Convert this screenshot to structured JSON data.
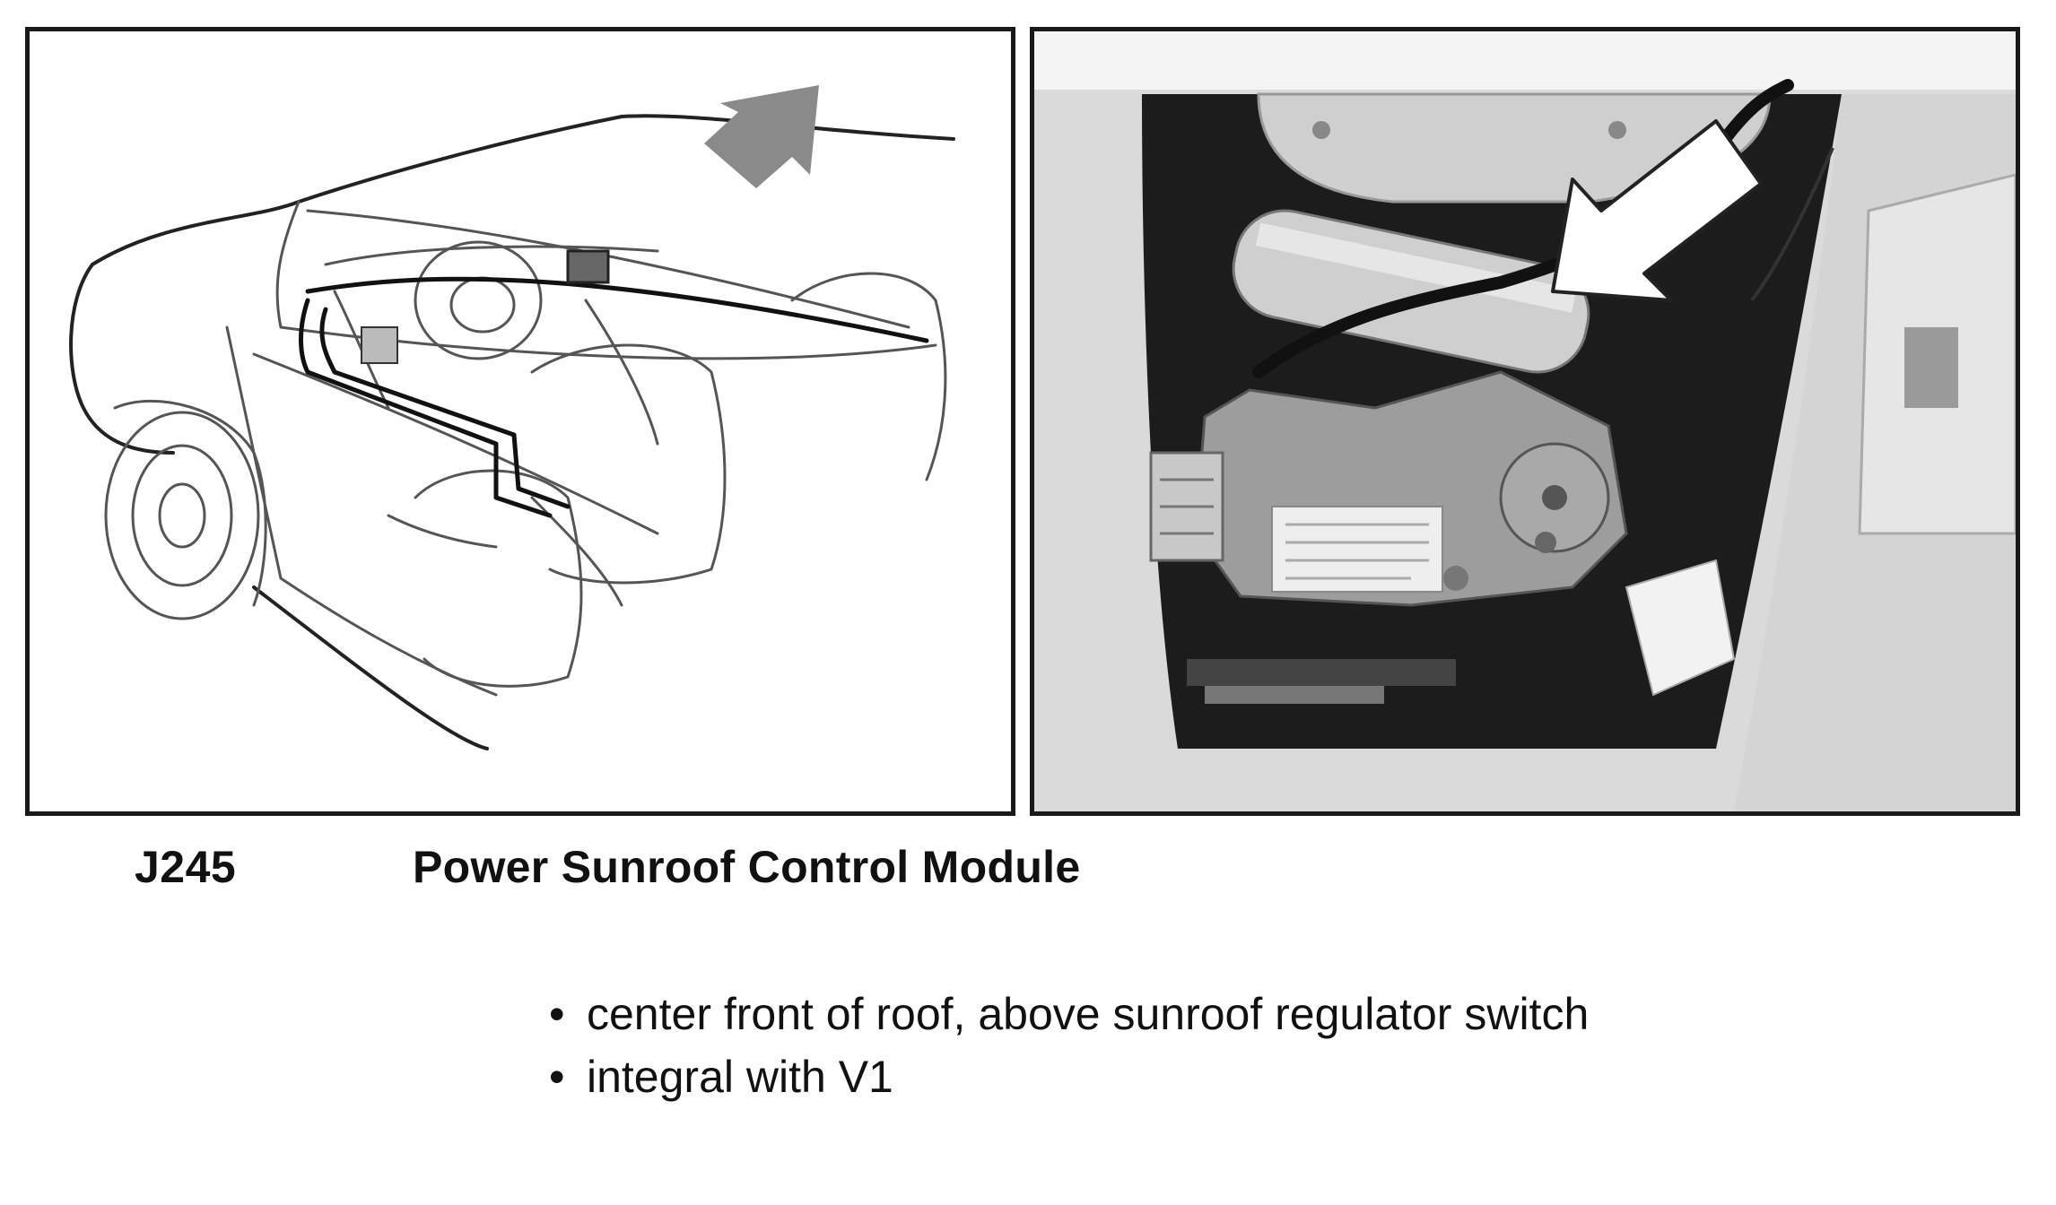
{
  "figure": {
    "left_illustration_icon": "car-interior-line-drawing",
    "right_photo_icon": "sunroof-module-photo",
    "left_arrow_color": "#8a8a8a",
    "right_arrow_color": "#ffffff"
  },
  "caption": {
    "code": "J245",
    "name": "Power Sunroof Control Module"
  },
  "notes": [
    {
      "bullet": "•",
      "text": "center front of roof, above sunroof regulator switch"
    },
    {
      "bullet": "•",
      "text": "integral with V1"
    }
  ]
}
